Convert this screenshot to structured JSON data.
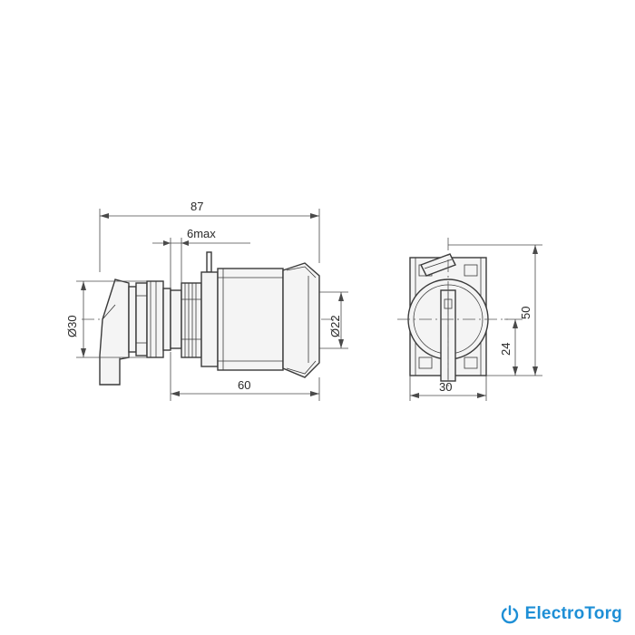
{
  "dimensions": {
    "overall_length": "87",
    "panel_thickness": "6max",
    "knob_diameter": "Ø30",
    "body_diameter": "Ø22",
    "body_length": "60",
    "front_width": "30",
    "front_height": "50",
    "front_axis_height": "24"
  },
  "brand": {
    "name": "ElectroTorg",
    "icon": "power-icon",
    "color": "#1e8fd6"
  }
}
